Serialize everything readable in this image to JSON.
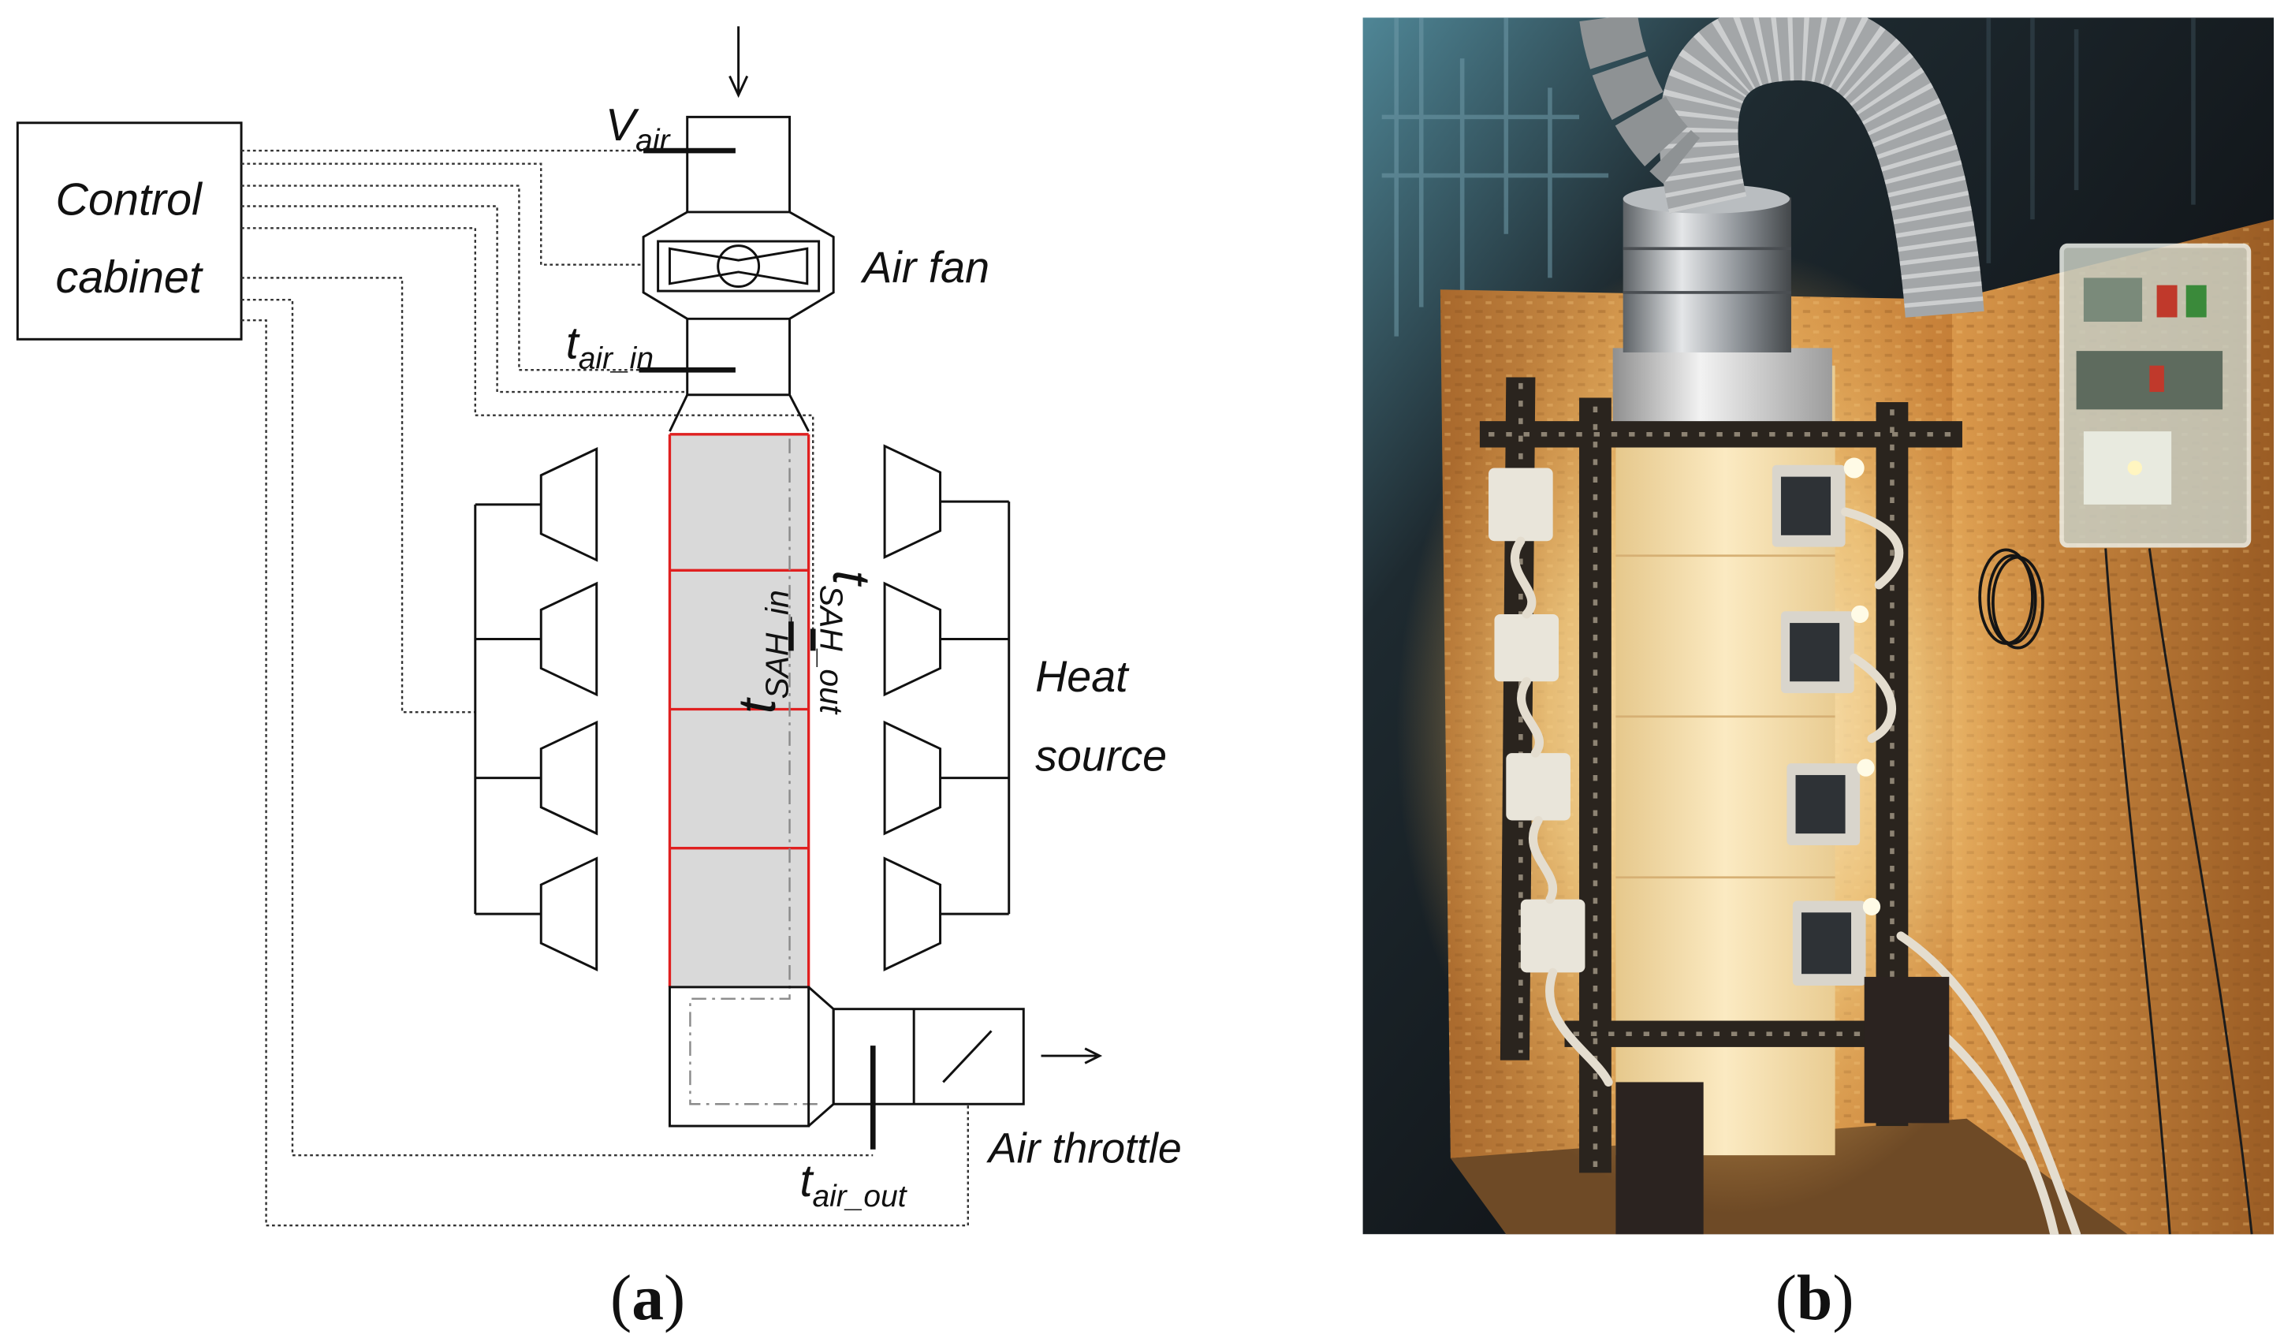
{
  "figure": {
    "panel_a": {
      "open": "(",
      "letter": "a",
      "close": ")"
    },
    "panel_b": {
      "open": "(",
      "letter": "b",
      "close": ")"
    }
  },
  "diagram": {
    "control_cabinet": {
      "line1": "Control",
      "line2": "cabinet"
    },
    "v_air": {
      "symbol": "V",
      "subscript": "air"
    },
    "air_fan": "Air fan",
    "t_air_in": {
      "symbol": "t",
      "subscript": "air_in"
    },
    "t_sah_in": {
      "symbol": "t",
      "subscript": "SAH_in"
    },
    "t_sah_out": {
      "symbol": "t",
      "subscript": "SAH_out"
    },
    "heat_source": {
      "line1": "Heat",
      "line2": "source"
    },
    "air_throttle": "Air throttle",
    "t_air_out": {
      "symbol": "t",
      "subscript": "air_out"
    }
  },
  "colors": {
    "collector_fill": "#d9d9d9",
    "segment_lines": "#e02020",
    "line": "#111111"
  }
}
